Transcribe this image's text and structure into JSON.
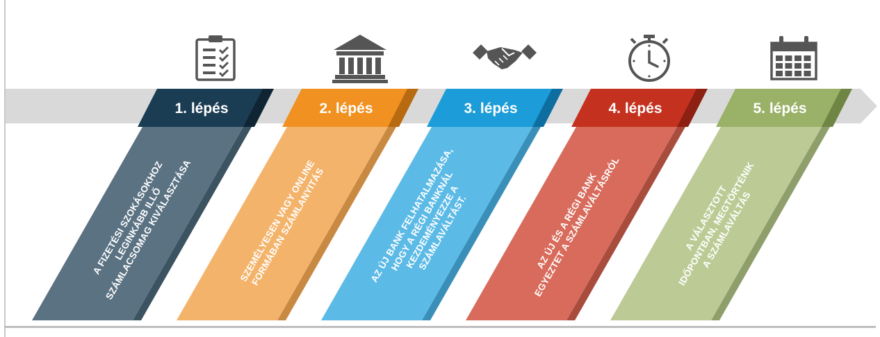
{
  "steps": [
    {
      "label": "1. lépés",
      "icon": "clipboard-checklist-icon",
      "colors": {
        "tab": "#1b3d53",
        "shadow": "#0f2534",
        "panel": "#5a7282",
        "panel_shadow": "#3c5362"
      },
      "lines": [
        "A FIZETÉSI SZOKÁSOKHOZ",
        "LEGINKÁBB ILLŐ",
        "SZÁMLACSOMAG KIVÁLASZTÁSA"
      ]
    },
    {
      "label": "2. lépés",
      "icon": "bank-building-icon",
      "colors": {
        "tab": "#f19121",
        "shadow": "#b86a10",
        "panel": "#f4b36a",
        "panel_shadow": "#c88942"
      },
      "lines": [
        "SZEMÉLYESEN VAGY ONLINE",
        "FORMÁBAN SZÁMLANYITÁS"
      ]
    },
    {
      "label": "3. lépés",
      "icon": "handshake-icon",
      "colors": {
        "tab": "#1c9cd8",
        "shadow": "#0f6ea0",
        "panel": "#5bbae6",
        "panel_shadow": "#3a8fb8"
      },
      "lines": [
        "AZ ÚJ BANK FELHATALMAZÁSA,",
        "HOGY A RÉGI BANKNÁL",
        "KEZDEMÉNYEZZE A",
        "SZÁMLAVÁLTÁST."
      ]
    },
    {
      "label": "4. lépés",
      "icon": "stopwatch-icon",
      "colors": {
        "tab": "#c4311f",
        "shadow": "#8c2012",
        "panel": "#d86b5b",
        "panel_shadow": "#a84c3e"
      },
      "lines": [
        "AZ ÚJ ÉS A RÉGI BANK",
        "EGYEZTET A SZÁMLAVÁLTÁSRÓL"
      ]
    },
    {
      "label": "5. lépés",
      "icon": "calendar-icon",
      "colors": {
        "tab": "#9ab168",
        "shadow": "#6f8544",
        "panel": "#bccb95",
        "panel_shadow": "#8f9f6b"
      },
      "lines": [
        "A VÁLASZTOTT",
        "IDŐPONTBAN,  MEGTÖRTÉNIK",
        "A SZÁMLAVÁLTÁS"
      ]
    }
  ],
  "arrow_color": "#d9d9d9",
  "icon_color": "#555555",
  "label_color": "#ffffff"
}
